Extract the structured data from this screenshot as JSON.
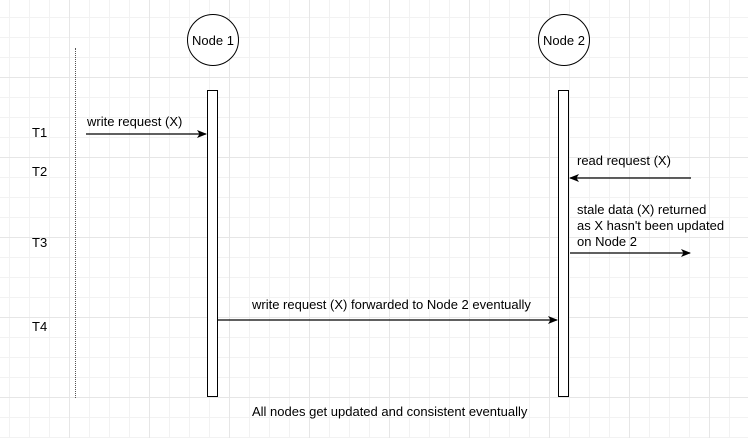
{
  "nodes": {
    "node1": "Node 1",
    "node2": "Node 2"
  },
  "time_labels": [
    "T1",
    "T2",
    "T3",
    "T4"
  ],
  "messages": {
    "write_request": "write request (X)",
    "read_request": "read request (X)",
    "stale_data_lines": [
      "stale data (X) returned",
      "as X hasn't been updated",
      "on Node 2"
    ],
    "forwarded": "write request (X) forwarded to Node 2 eventually"
  },
  "footer": "All nodes get updated and consistent eventually"
}
